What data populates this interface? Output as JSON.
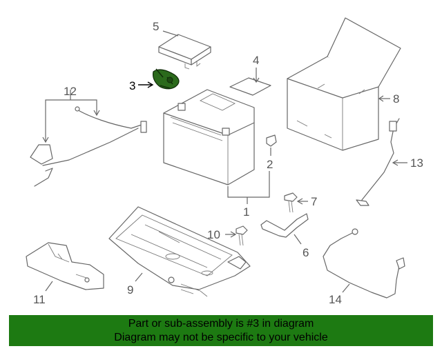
{
  "callouts": {
    "c1": "1",
    "c2": "2",
    "c3": "3",
    "c4": "4",
    "c5": "5",
    "c6": "6",
    "c7": "7",
    "c8": "8",
    "c9": "9",
    "c10": "10",
    "c11": "11",
    "c12": "12",
    "c13": "13",
    "c14": "14"
  },
  "highlight": {
    "part": "3",
    "color": "#2b6a1c"
  },
  "banner": {
    "line1": "Part or sub-assembly is #3 in diagram",
    "line2": "Diagram may not be specific to your vehicle",
    "color": "#1d7a12"
  }
}
